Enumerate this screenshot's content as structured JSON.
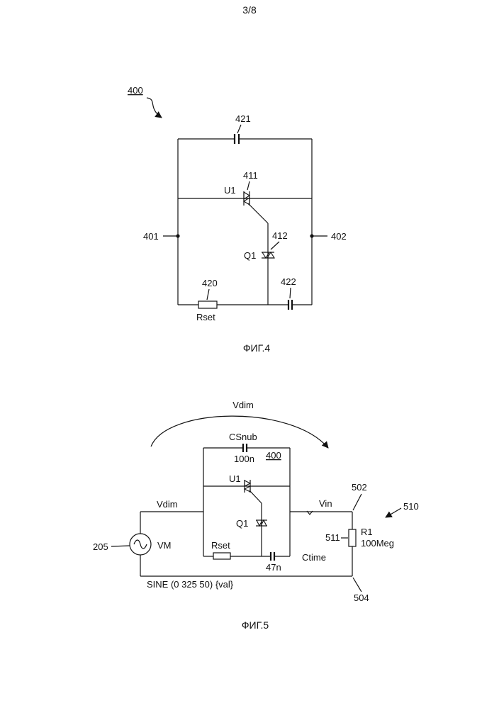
{
  "page_number": "3/8",
  "fig4": {
    "caption": "ФИГ.4",
    "ref_main": "400",
    "ref_421": "421",
    "ref_411": "411",
    "ref_u1": "U1",
    "ref_401": "401",
    "ref_402": "402",
    "ref_412": "412",
    "ref_q1": "Q1",
    "ref_420": "420",
    "ref_422": "422",
    "ref_rset": "Rset"
  },
  "fig5": {
    "caption": "ФИГ.5",
    "vdim_top": "Vdim",
    "csnub": "CSnub",
    "csnub_value": "100n",
    "ref_400": "400",
    "u1": "U1",
    "vdim_left": "Vdim",
    "vin": "Vin",
    "ref_502": "502",
    "ref_510": "510",
    "q1": "Q1",
    "ref_511": "511",
    "r1": "R1",
    "r1_value": "100Meg",
    "ref_205": "205",
    "vm": "VM",
    "rset": "Rset",
    "ctime": "Ctime",
    "ctime_value": "47n",
    "sine": "SINE (0 325 50) {val}",
    "ref_504": "504"
  }
}
